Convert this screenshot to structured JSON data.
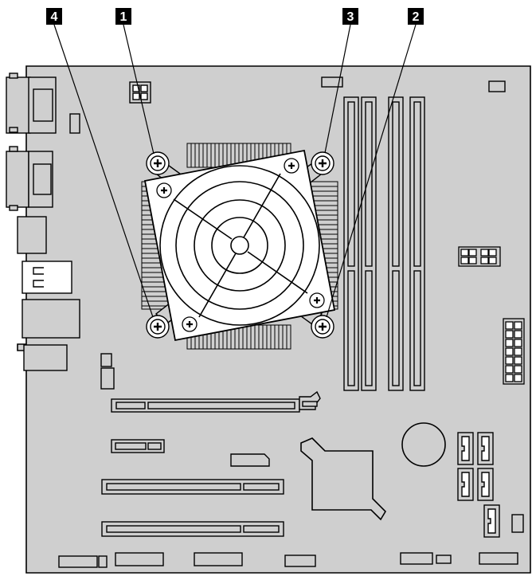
{
  "callouts": [
    {
      "id": "callout-1",
      "label": "1"
    },
    {
      "id": "callout-2",
      "label": "2"
    },
    {
      "id": "callout-3",
      "label": "3"
    },
    {
      "id": "callout-4",
      "label": "4"
    }
  ],
  "colors": {
    "board": "#cfcfcf",
    "stroke": "#000000",
    "component_fill": "#ffffff",
    "callout_fill": "#000000",
    "callout_text": "#ffffff"
  }
}
